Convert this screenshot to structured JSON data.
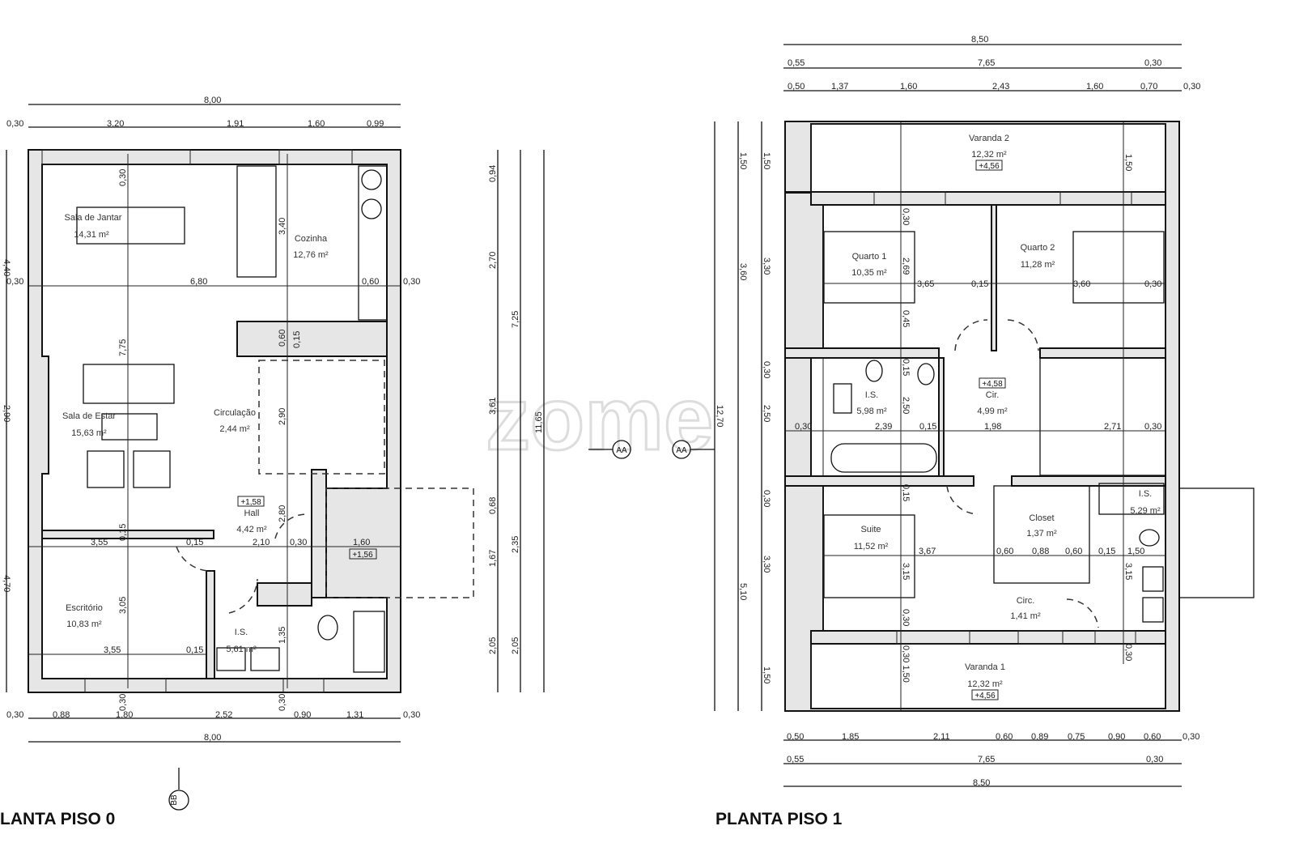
{
  "floor0": {
    "title": "LANTA PISO 0",
    "section_marker": "BB",
    "dims_top_total": "8,00",
    "dims_top": [
      "0,30",
      "3,20",
      "1,91",
      "1,60",
      "0,99"
    ],
    "dims_bottom": [
      "0,30",
      "0,88",
      "1,80",
      "2,52",
      "0,90",
      "1,31",
      "0,30"
    ],
    "dims_bottom_total": "8,00",
    "dims_left": [
      "4,40",
      "2,90",
      "4,70"
    ],
    "dims_right_a": [
      "0,94",
      "2,70",
      "3,61",
      "0,68",
      "1,67",
      "2,05"
    ],
    "dims_right_b": [
      "7,25",
      "2,35",
      "2,05"
    ],
    "dims_right_total": "11,65",
    "inner_dims": [
      "0,30",
      "6,80",
      "0,60",
      "0,30",
      "3,40",
      "0,30",
      "7,75",
      "0,60",
      "0,15",
      "2,90",
      "3,55",
      "0,15",
      "2,10",
      "0,30",
      "1,60",
      "2,80",
      "3,05",
      "0,15",
      "3,55",
      "0,15",
      "1,35",
      "0,30",
      "0,30"
    ],
    "rooms": [
      {
        "name": "Sala de Jantar",
        "area": "14,31 m²"
      },
      {
        "name": "Cozinha",
        "area": "12,76 m²"
      },
      {
        "name": "Sala de Estar",
        "area": "15,63 m²"
      },
      {
        "name": "Circulação",
        "area": "2,44 m²"
      },
      {
        "name": "Hall",
        "area": "4,42 m²",
        "level": "+1,58"
      },
      {
        "name": "Escritório",
        "area": "10,83 m²"
      },
      {
        "name": "I.S.",
        "area": "5,61 m²"
      }
    ],
    "entrance_level": "+1,56"
  },
  "section_markers": [
    "AA",
    "AA"
  ],
  "watermark": "zome",
  "floor1": {
    "title": "PLANTA PISO 1",
    "dims_top_total": "8,50",
    "dims_top_2": [
      "0,55",
      "7,65",
      "0,30"
    ],
    "dims_top_3": [
      "0,50",
      "1,37",
      "1,60",
      "2,43",
      "1,60",
      "0,70",
      "0,30"
    ],
    "dims_bottom_1": [
      "0,50",
      "1,85",
      "2,11",
      "0,60",
      "0,89",
      "0,75",
      "0,90",
      "0,60",
      "0,30"
    ],
    "dims_bottom_2": [
      "0,55",
      "7,65",
      "0,30"
    ],
    "dims_bottom_total": "8,50",
    "dims_left_total": "12,70",
    "dims_left_a": [
      "1,50",
      "3,60",
      "5,10"
    ],
    "dims_left_b": [
      "1,50",
      "3,30",
      "0,30",
      "2,50",
      "0,30",
      "3,30",
      "1,50"
    ],
    "inner_dims": [
      "0,30",
      "2,69",
      "3,65",
      "0,15",
      "0,45",
      "3,60",
      "0,30",
      "0,15",
      "2,50",
      "0,30",
      "2,39",
      "0,15",
      "1,98",
      "2,71",
      "0,30",
      "0,15",
      "3,67",
      "0,60",
      "0,88",
      "0,60",
      "0,15",
      "1,50",
      "3,15",
      "3,15",
      "0,30",
      "0,30 1,50",
      "0,30",
      "1,50"
    ],
    "rooms": [
      {
        "name": "Varanda 2",
        "area": "12,32 m²",
        "level": "+4,56"
      },
      {
        "name": "Quarto 1",
        "area": "10,35 m²"
      },
      {
        "name": "Quarto 2",
        "area": "11,28 m²"
      },
      {
        "name": "I.S.",
        "area": "5,98 m²"
      },
      {
        "name": "Cir.",
        "area": "4,99 m²",
        "level": "+4,58"
      },
      {
        "name": "Suite",
        "area": "11,52 m²"
      },
      {
        "name": "Closet",
        "area": "1,37 m²"
      },
      {
        "name": "I.S.",
        "area": "5,29 m²"
      },
      {
        "name": "Circ.",
        "area": "1,41 m²"
      },
      {
        "name": "Varanda 1",
        "area": "12,32 m²",
        "level": "+4,56"
      }
    ]
  }
}
